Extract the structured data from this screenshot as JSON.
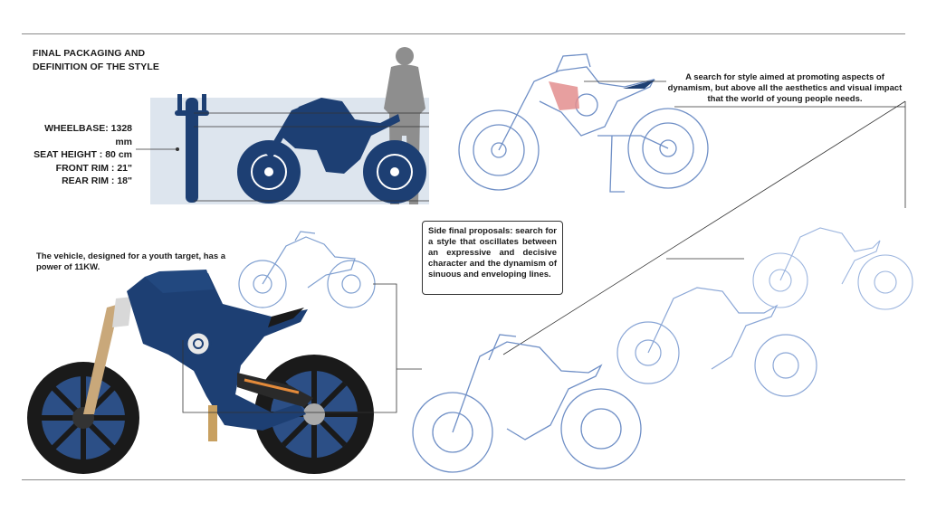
{
  "header": {
    "title_line1": "FINAL PACKAGING AND",
    "title_line2": "DEFINITION OF THE STYLE"
  },
  "specs": {
    "wheelbase": "WHEELBASE: 1328 mm",
    "seat_height": "SEAT HEIGHT : 80 cm",
    "front_rim": "FRONT RIM : 21\"",
    "rear_rim": "REAR RIM : 18\""
  },
  "notes": {
    "style_search": "A search for style aimed at promoting aspects of dynamism, but above all the aesthetics and visual impact that the world of young people needs.",
    "vehicle": "The vehicle, designed for a youth target, has a power of 11KW.",
    "side_proposals": "Side final proposals: search for a style that oscillates between an expressive and decisive character and the dynamism of sinuous and enveloping lines."
  },
  "colors": {
    "accent_blue": "#1d3f73",
    "sketch_blue": "#6f8fc6",
    "rim_blue": "#3a6fb0",
    "highlight_red": "#e38e8e",
    "panel_bg": "#dde5ee",
    "rule_gray": "#8a8a8a"
  },
  "icons": [
    "human-silhouette",
    "brand-logo-badge"
  ]
}
